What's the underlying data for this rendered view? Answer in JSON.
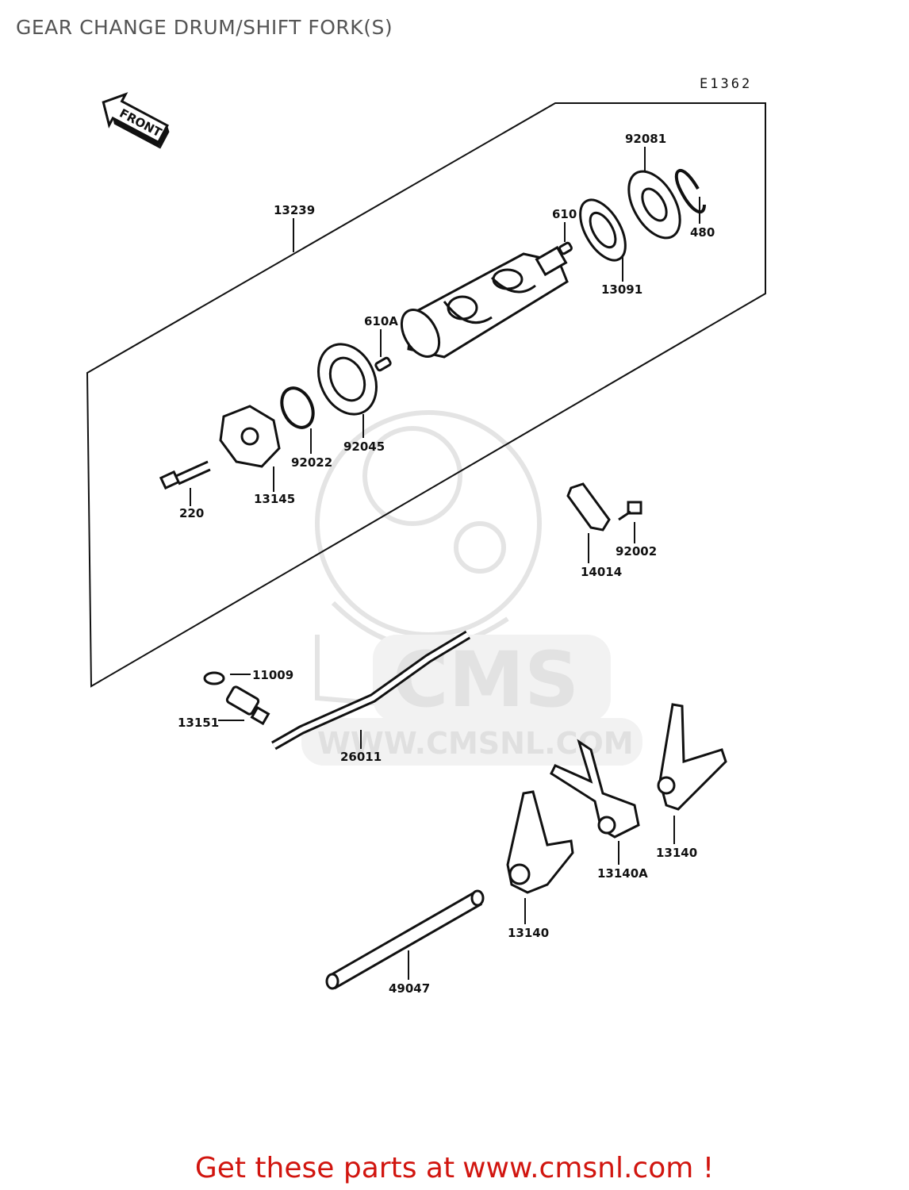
{
  "title": "GEAR CHANGE DRUM/SHIFT FORK(S)",
  "diagram_code": "E1362",
  "front_arrow_label": "FRONT",
  "watermark": {
    "text": "CMS",
    "url": "WWW.CMSNL.COM"
  },
  "parts": {
    "p92081": "92081",
    "p480": "480",
    "p13239": "13239",
    "p610": "610",
    "p13091": "13091",
    "p610A": "610A",
    "p92022": "92022",
    "p92045": "92045",
    "p220": "220",
    "p13145": "13145",
    "p92002": "92002",
    "p14014": "14014",
    "p11009": "11009",
    "p13151": "13151",
    "p26011": "26011",
    "p13140_right": "13140",
    "p13140A": "13140A",
    "p13140_left": "13140",
    "p49047": "49047"
  },
  "footer": {
    "prefix": "Get these parts at",
    "url": "www.cmsnl.com !"
  },
  "colors": {
    "footer": "#d1150f",
    "title": "#555555",
    "watermark": "#e8e8e8"
  }
}
